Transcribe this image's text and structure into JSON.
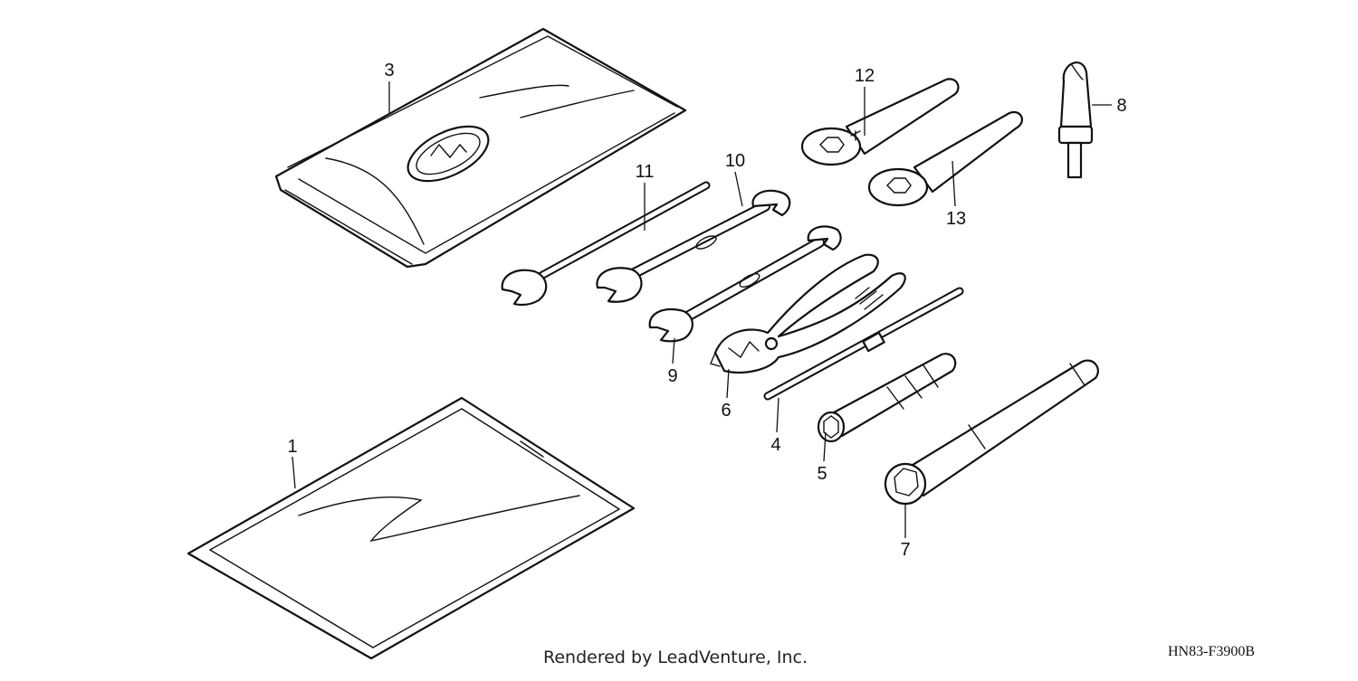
{
  "diagram": {
    "parts": [
      {
        "id": "1",
        "label": "1"
      },
      {
        "id": "3",
        "label": "3"
      },
      {
        "id": "4",
        "label": "4"
      },
      {
        "id": "5",
        "label": "5"
      },
      {
        "id": "6",
        "label": "6"
      },
      {
        "id": "7",
        "label": "7"
      },
      {
        "id": "8",
        "label": "8"
      },
      {
        "id": "9",
        "label": "9"
      },
      {
        "id": "10",
        "label": "10"
      },
      {
        "id": "11",
        "label": "11"
      },
      {
        "id": "12",
        "label": "12"
      },
      {
        "id": "13",
        "label": "13"
      }
    ],
    "footer": "Rendered by LeadVenture, Inc.",
    "diagram_code": "HN83-F3900B"
  }
}
